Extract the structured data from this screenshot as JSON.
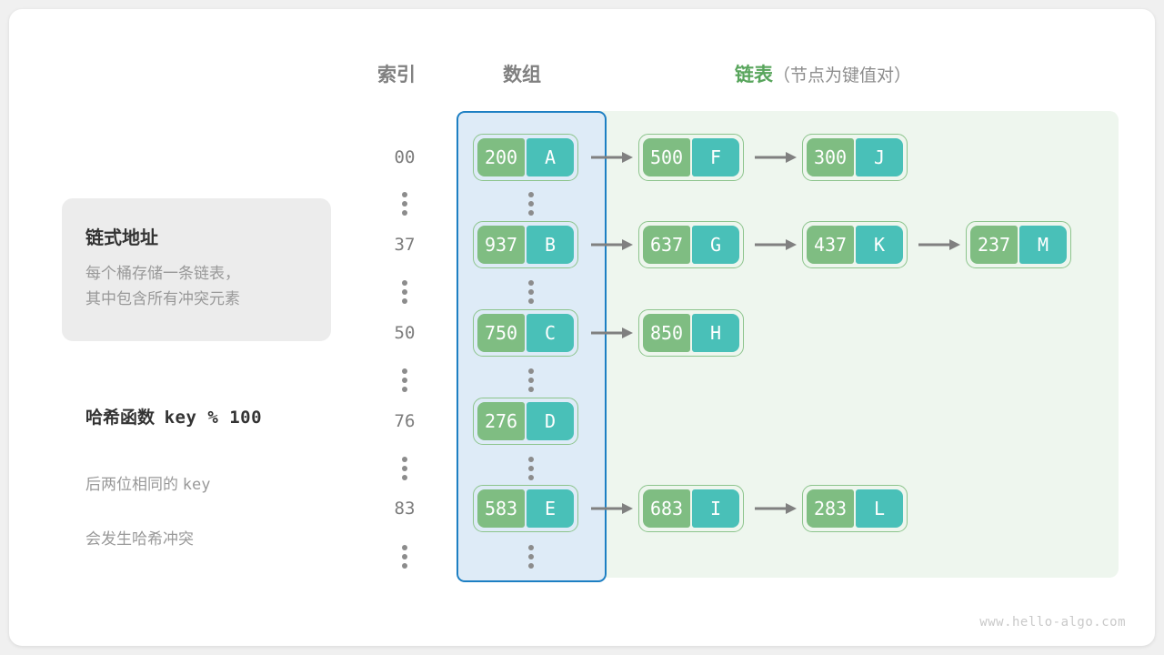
{
  "headers": {
    "index": "索引",
    "array": "数组",
    "list": "链表",
    "list_sub": "（节点为键值对）"
  },
  "info_card": {
    "title": "链式地址",
    "body": "每个桶存储一条链表，\n其中包含所有冲突元素"
  },
  "hash_note": {
    "title_label": "哈希函数",
    "title_expr": "key % 100",
    "body_line1_text": "后两位相同的",
    "body_line1_mono": "key",
    "body_line2": "会发生哈希冲突"
  },
  "colors": {
    "array_fill": "#deebf7",
    "array_border": "#1d7fc3",
    "list_fill": "#eef6ee",
    "node_border": "#8cc48c",
    "node_key_fill": "#7fbd82",
    "node_value_fill": "#49c0b8",
    "arrow": "#808080",
    "accent_green": "#58a55c",
    "muted_text": "#999999"
  },
  "ellipsis_icon": "vertical-ellipsis",
  "buckets": [
    {
      "index": "00",
      "bucket": {
        "key": "200",
        "value": "A"
      },
      "chain": [
        {
          "key": "500",
          "value": "F"
        },
        {
          "key": "300",
          "value": "J"
        }
      ]
    },
    {
      "index": "37",
      "bucket": {
        "key": "937",
        "value": "B"
      },
      "chain": [
        {
          "key": "637",
          "value": "G"
        },
        {
          "key": "437",
          "value": "K"
        },
        {
          "key": "237",
          "value": "M"
        }
      ]
    },
    {
      "index": "50",
      "bucket": {
        "key": "750",
        "value": "C"
      },
      "chain": [
        {
          "key": "850",
          "value": "H"
        }
      ]
    },
    {
      "index": "76",
      "bucket": {
        "key": "276",
        "value": "D"
      },
      "chain": []
    },
    {
      "index": "83",
      "bucket": {
        "key": "583",
        "value": "E"
      },
      "chain": [
        {
          "key": "683",
          "value": "I"
        },
        {
          "key": "283",
          "value": "L"
        }
      ]
    }
  ],
  "footer": "www.hello-algo.com"
}
